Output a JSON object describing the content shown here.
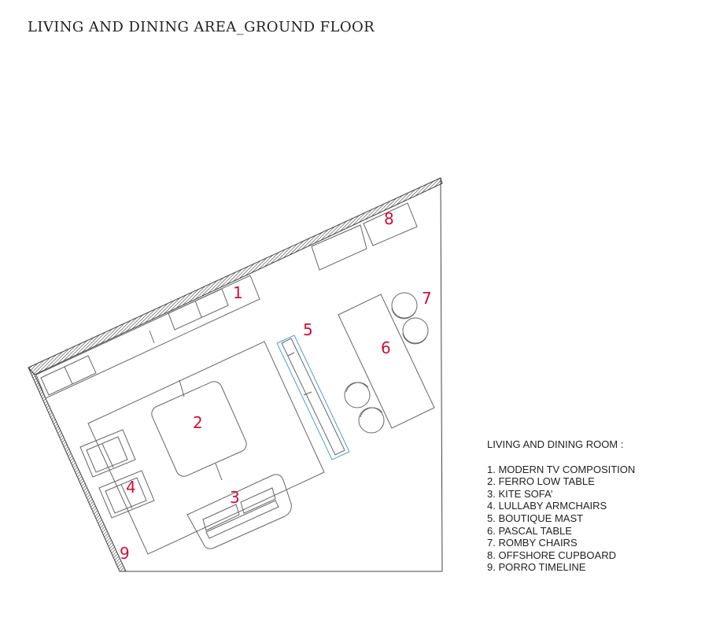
{
  "title": "LIVING AND DINING AREA_GROUND FLOOR",
  "plan_labels": [
    "1",
    "2",
    "3",
    "4",
    "5",
    "6",
    "7",
    "8",
    "9"
  ],
  "legend": {
    "heading": "LIVING AND DINING ROOM :",
    "items": [
      "1. MODERN TV COMPOSITION",
      "2. FERRO LOW TABLE",
      "3. KITE SOFA’",
      "4. LULLABY ARMCHAIRS",
      "5. BOUTIQUE MAST",
      "6. PASCAL TABLE",
      "7. ROMBY CHAIRS",
      "8. OFFSHORE CUPBOARD",
      "9. PORRO TIMELINE"
    ]
  },
  "colors": {
    "label": "#d0103a",
    "line": "#555555",
    "highlight": "#4aa0d8"
  }
}
